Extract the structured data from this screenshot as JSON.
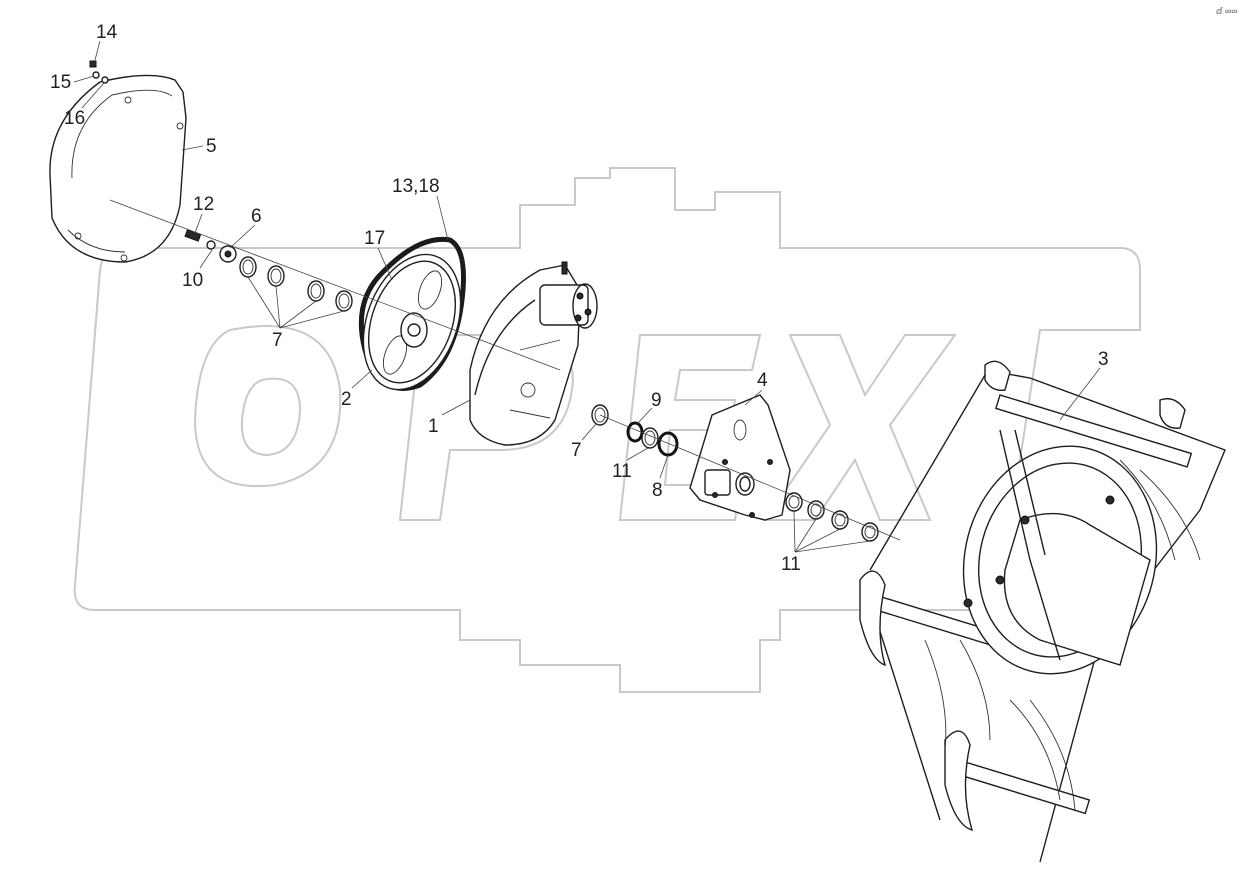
{
  "diagram": {
    "corner_mark": "ⅆ ∞∞",
    "callouts": [
      {
        "id": "c14",
        "text": "14"
      },
      {
        "id": "c15",
        "text": "15"
      },
      {
        "id": "c16",
        "text": "16"
      },
      {
        "id": "c5",
        "text": "5"
      },
      {
        "id": "c12",
        "text": "12"
      },
      {
        "id": "c6",
        "text": "6"
      },
      {
        "id": "c10",
        "text": "10"
      },
      {
        "id": "c1318",
        "text": "13,18"
      },
      {
        "id": "c17",
        "text": "17"
      },
      {
        "id": "c7a",
        "text": "7"
      },
      {
        "id": "c2",
        "text": "2"
      },
      {
        "id": "c1",
        "text": "1"
      },
      {
        "id": "c7b",
        "text": "7"
      },
      {
        "id": "c9",
        "text": "9"
      },
      {
        "id": "c11a",
        "text": "11"
      },
      {
        "id": "c8",
        "text": "8"
      },
      {
        "id": "c4",
        "text": "4"
      },
      {
        "id": "c3",
        "text": "3"
      },
      {
        "id": "c11b",
        "text": "11"
      }
    ]
  }
}
